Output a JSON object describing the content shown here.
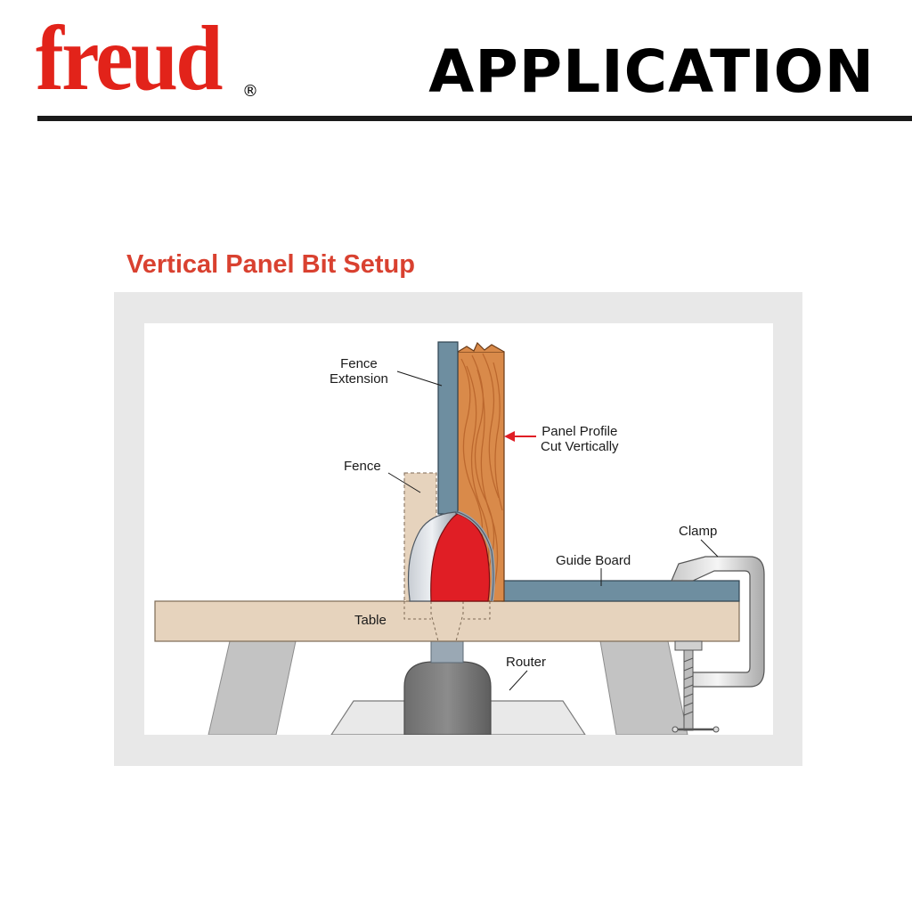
{
  "header": {
    "brand": "freud",
    "brand_mark": "®",
    "title": "APPLICATION"
  },
  "section": {
    "title": "Vertical Panel Bit Setup"
  },
  "diagram": {
    "labels": {
      "fence_extension": "Fence\nExtension",
      "panel_profile": "Panel Profile\nCut Vertically",
      "fence": "Fence",
      "clamp": "Clamp",
      "guide_board": "Guide Board",
      "table": "Table",
      "router": "Router"
    }
  },
  "colors": {
    "brand_red": "#e2231a",
    "section_title_red": "#d94130",
    "frame_gray": "#e8e8e8",
    "fence_steel_blue": "#6e8ea0",
    "table_tan": "#e6d3bd",
    "bit_red": "#e01e25",
    "wood": "#d98a4a"
  }
}
